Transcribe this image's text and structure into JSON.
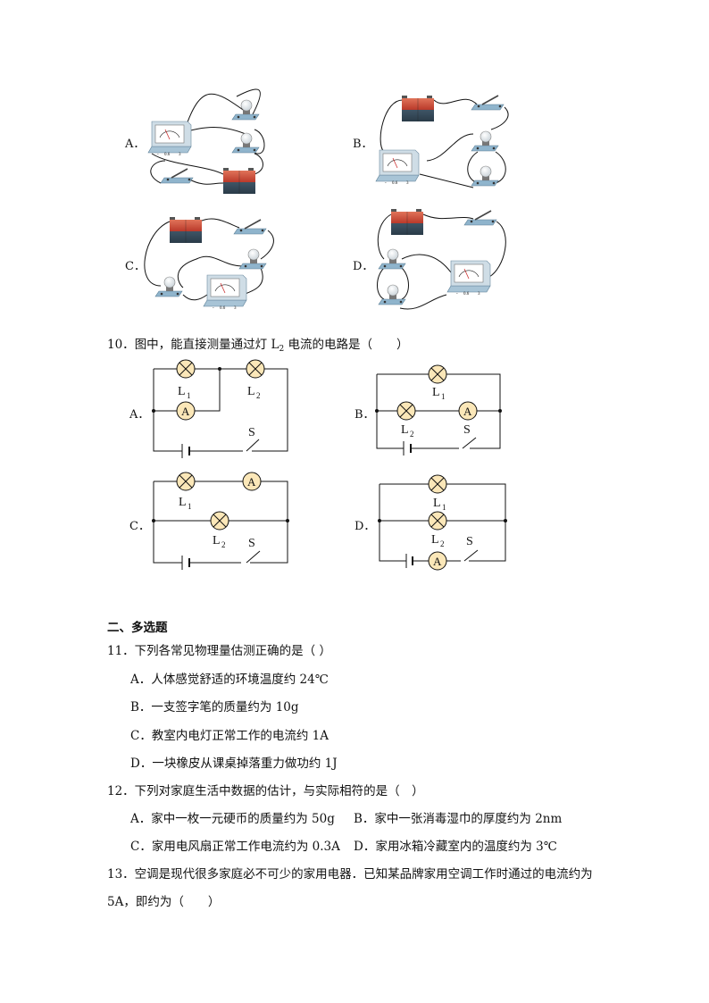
{
  "q9_options": {
    "a": "A．",
    "b": "B．",
    "c": "C．",
    "d": "D．"
  },
  "ammeter": {
    "minus": "-",
    "mid": "0.6",
    "max": "3",
    "unit": "A"
  },
  "q10": {
    "number": "10．",
    "stem_pre": "图中，能直接测量通过灯 L",
    "stem_sub": "2",
    "stem_post": " 电流的电路是（　　）",
    "options": {
      "a": "A．",
      "b": "B．",
      "c": "C．",
      "d": "D．"
    },
    "labels": {
      "L": "L",
      "sub1": "1",
      "sub2": "2",
      "S": "S",
      "A": "A"
    }
  },
  "section2": {
    "heading": "二、多选题"
  },
  "q11": {
    "stem": "11．下列各常见物理量估测正确的是（ ）",
    "options": [
      "A．人体感觉舒适的环境温度约 24℃",
      "B．一支签字笔的质量约为 10g",
      "C．教室内电灯正常工作的电流约 1A",
      "D．一块橡皮从课桌掉落重力做功约 1J"
    ]
  },
  "q12": {
    "stem": "12．下列对家庭生活中数据的估计，与实际相符的是（　）",
    "options": [
      "A．家中一枚一元硬币的质量约为 50g",
      "B．家中一张消毒湿巾的厚度约为 2nm",
      "C．家用电风扇正常工作电流约为 0.3A",
      "D．家用冰箱冷藏室内的温度约为 3℃"
    ]
  },
  "q13": {
    "line1": "13．空调是现代很多家庭必不可少的家用电器．已知某品牌家用空调工作时通过的电流约为",
    "line2": "5A，即约为（　　）"
  }
}
